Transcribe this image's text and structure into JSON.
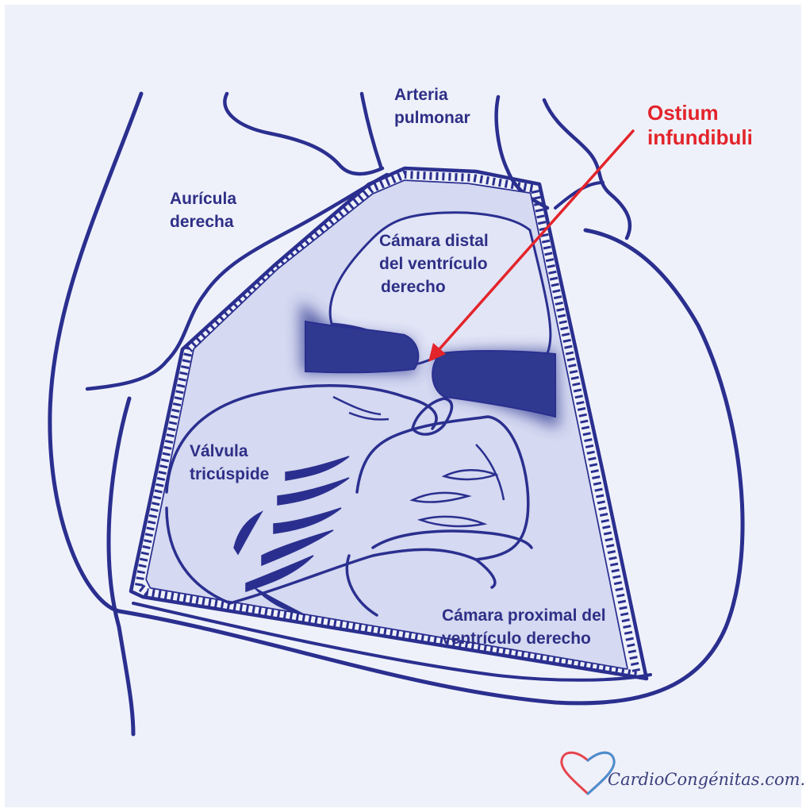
{
  "labels": {
    "pulmonary_artery": [
      "Arteria",
      "pulmonar"
    ],
    "right_atrium": [
      "Aurícula",
      "derecha"
    ],
    "ostium": [
      "Ostium",
      "infundibuli"
    ],
    "distal_chamber": [
      "Cámara distal",
      "del ventrículo",
      "derecho"
    ],
    "tricuspid_valve": [
      "Válvula",
      "tricúspide"
    ],
    "proximal_chamber": [
      "Cámara proximal del",
      "ventrículo derecho"
    ]
  },
  "watermark": "CardioCongénitas.com.ar",
  "colors": {
    "background": "#eff1fa",
    "outline": "#2a2f8f",
    "chamber_fill": "#d5d9f1",
    "muscle_band": "#2f3990",
    "arrow": "#e3242b",
    "logo_red": "#e4454f",
    "logo_blue": "#4a8fd0"
  }
}
